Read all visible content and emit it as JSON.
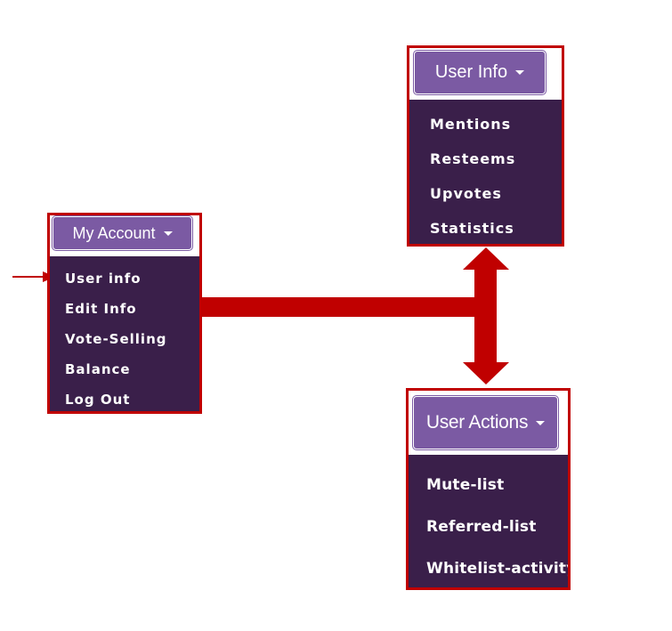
{
  "colors": {
    "accent_red": "#c00000",
    "menu_bg": "#3a1f4a",
    "button_bg": "#7b5aa3",
    "text": "#ffffff"
  },
  "my_account": {
    "button_label": "My Account",
    "items": [
      "User info",
      "Edit Info",
      "Vote-Selling",
      "Balance",
      "Log Out"
    ]
  },
  "user_info": {
    "button_label": "User Info",
    "items": [
      "Mentions",
      "Resteems",
      "Upvotes",
      "Statistics"
    ]
  },
  "user_actions": {
    "button_label": "User Actions",
    "items": [
      "Mute-list",
      "Referred-list",
      "Whitelist-activity"
    ]
  }
}
